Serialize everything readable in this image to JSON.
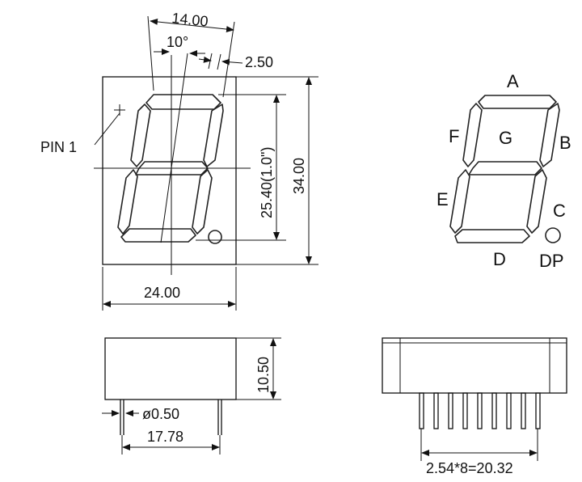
{
  "front_view": {
    "dim_width": "24.00",
    "dim_height": "34.00",
    "dim_digit_height": "25.40(1.0\")",
    "dim_digit_width": "14.00",
    "dim_slant": "10°",
    "dim_segment_width": "2.50",
    "pin1_label": "PIN  1"
  },
  "side_view": {
    "dim_thickness": "10.50",
    "dim_pin_diameter": "ø0.50",
    "dim_pin_span": "17.78"
  },
  "bottom_view": {
    "dim_pitch": "2.54*8=20.32"
  },
  "segment_map": {
    "a": "A",
    "b": "B",
    "c": "C",
    "d": "D",
    "e": "E",
    "f": "F",
    "g": "G",
    "dp": "DP"
  }
}
